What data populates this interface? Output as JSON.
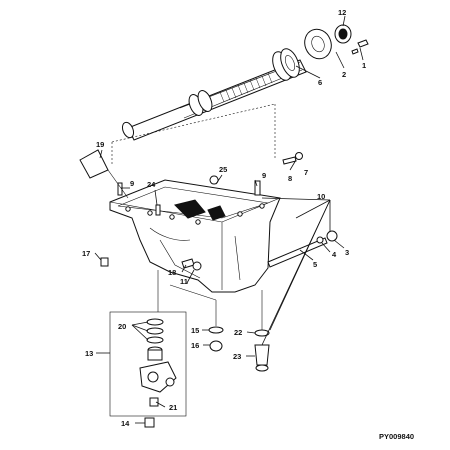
{
  "callouts": [
    {
      "id": "c1",
      "text": "1"
    },
    {
      "id": "c2",
      "text": "2"
    },
    {
      "id": "c3",
      "text": "3"
    },
    {
      "id": "c4",
      "text": "4"
    },
    {
      "id": "c5",
      "text": "5"
    },
    {
      "id": "c6",
      "text": "6"
    },
    {
      "id": "c7",
      "text": "7"
    },
    {
      "id": "c8",
      "text": "8"
    },
    {
      "id": "c9a",
      "text": "9"
    },
    {
      "id": "c9b",
      "text": "9"
    },
    {
      "id": "c10",
      "text": "10"
    },
    {
      "id": "c11",
      "text": "11"
    },
    {
      "id": "c12",
      "text": "12"
    },
    {
      "id": "c13",
      "text": "13"
    },
    {
      "id": "c14",
      "text": "14"
    },
    {
      "id": "c15",
      "text": "15"
    },
    {
      "id": "c16",
      "text": "16"
    },
    {
      "id": "c17",
      "text": "17"
    },
    {
      "id": "c18",
      "text": "18"
    },
    {
      "id": "c19",
      "text": "19"
    },
    {
      "id": "c20",
      "text": "20"
    },
    {
      "id": "c21",
      "text": "21"
    },
    {
      "id": "c22",
      "text": "22"
    },
    {
      "id": "c23",
      "text": "23"
    },
    {
      "id": "c24",
      "text": "24"
    },
    {
      "id": "c25",
      "text": "25"
    }
  ],
  "reference_code": "PY009840"
}
